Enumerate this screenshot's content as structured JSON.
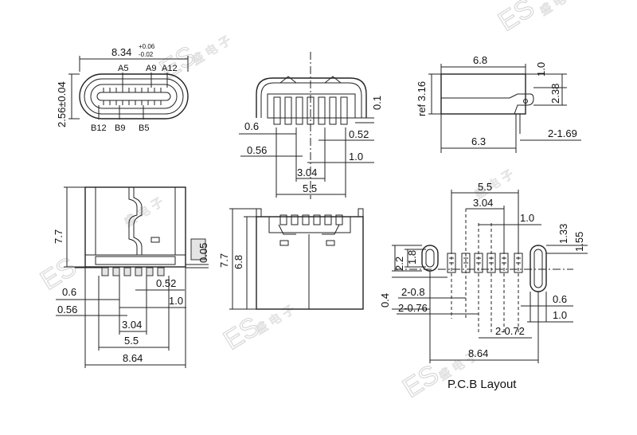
{
  "watermark": {
    "brand": "ES",
    "chars": "盛 电 子"
  },
  "front_view": {
    "width_main": "8.34",
    "tol_plus": "+0.06",
    "tol_minus": "-0.02",
    "height": "2.56±0.04",
    "pin_labels_top": [
      "A5",
      "A9",
      "A12"
    ],
    "pin_labels_bottom": [
      "B12",
      "B9",
      "B5"
    ]
  },
  "rear_view": {
    "dims": [
      "0.1",
      "0.6",
      "0.52",
      "0.56",
      "1.0",
      "3.04",
      "5.5"
    ]
  },
  "side_view": {
    "dims": [
      "6.8",
      "1.0",
      "ref 3.16",
      "2.38",
      "6.3",
      "2-1.69"
    ]
  },
  "top_view": {
    "dims": [
      "7.7",
      "0.05",
      "0.6",
      "0.52",
      "0.56",
      "1.0",
      "3.04",
      "5.5",
      "8.64"
    ]
  },
  "bottom_view": {
    "dims": [
      "7.7",
      "6.8"
    ]
  },
  "pcb_layout": {
    "caption": "P.C.B Layout",
    "dims": [
      "5.5",
      "3.04",
      "1.0",
      "1.33",
      "1.55",
      "2.2",
      "1.8",
      "2-0.8",
      "0.4",
      "2-0.76",
      "0.6",
      "1.0",
      "2-0.72",
      "8.64"
    ]
  }
}
